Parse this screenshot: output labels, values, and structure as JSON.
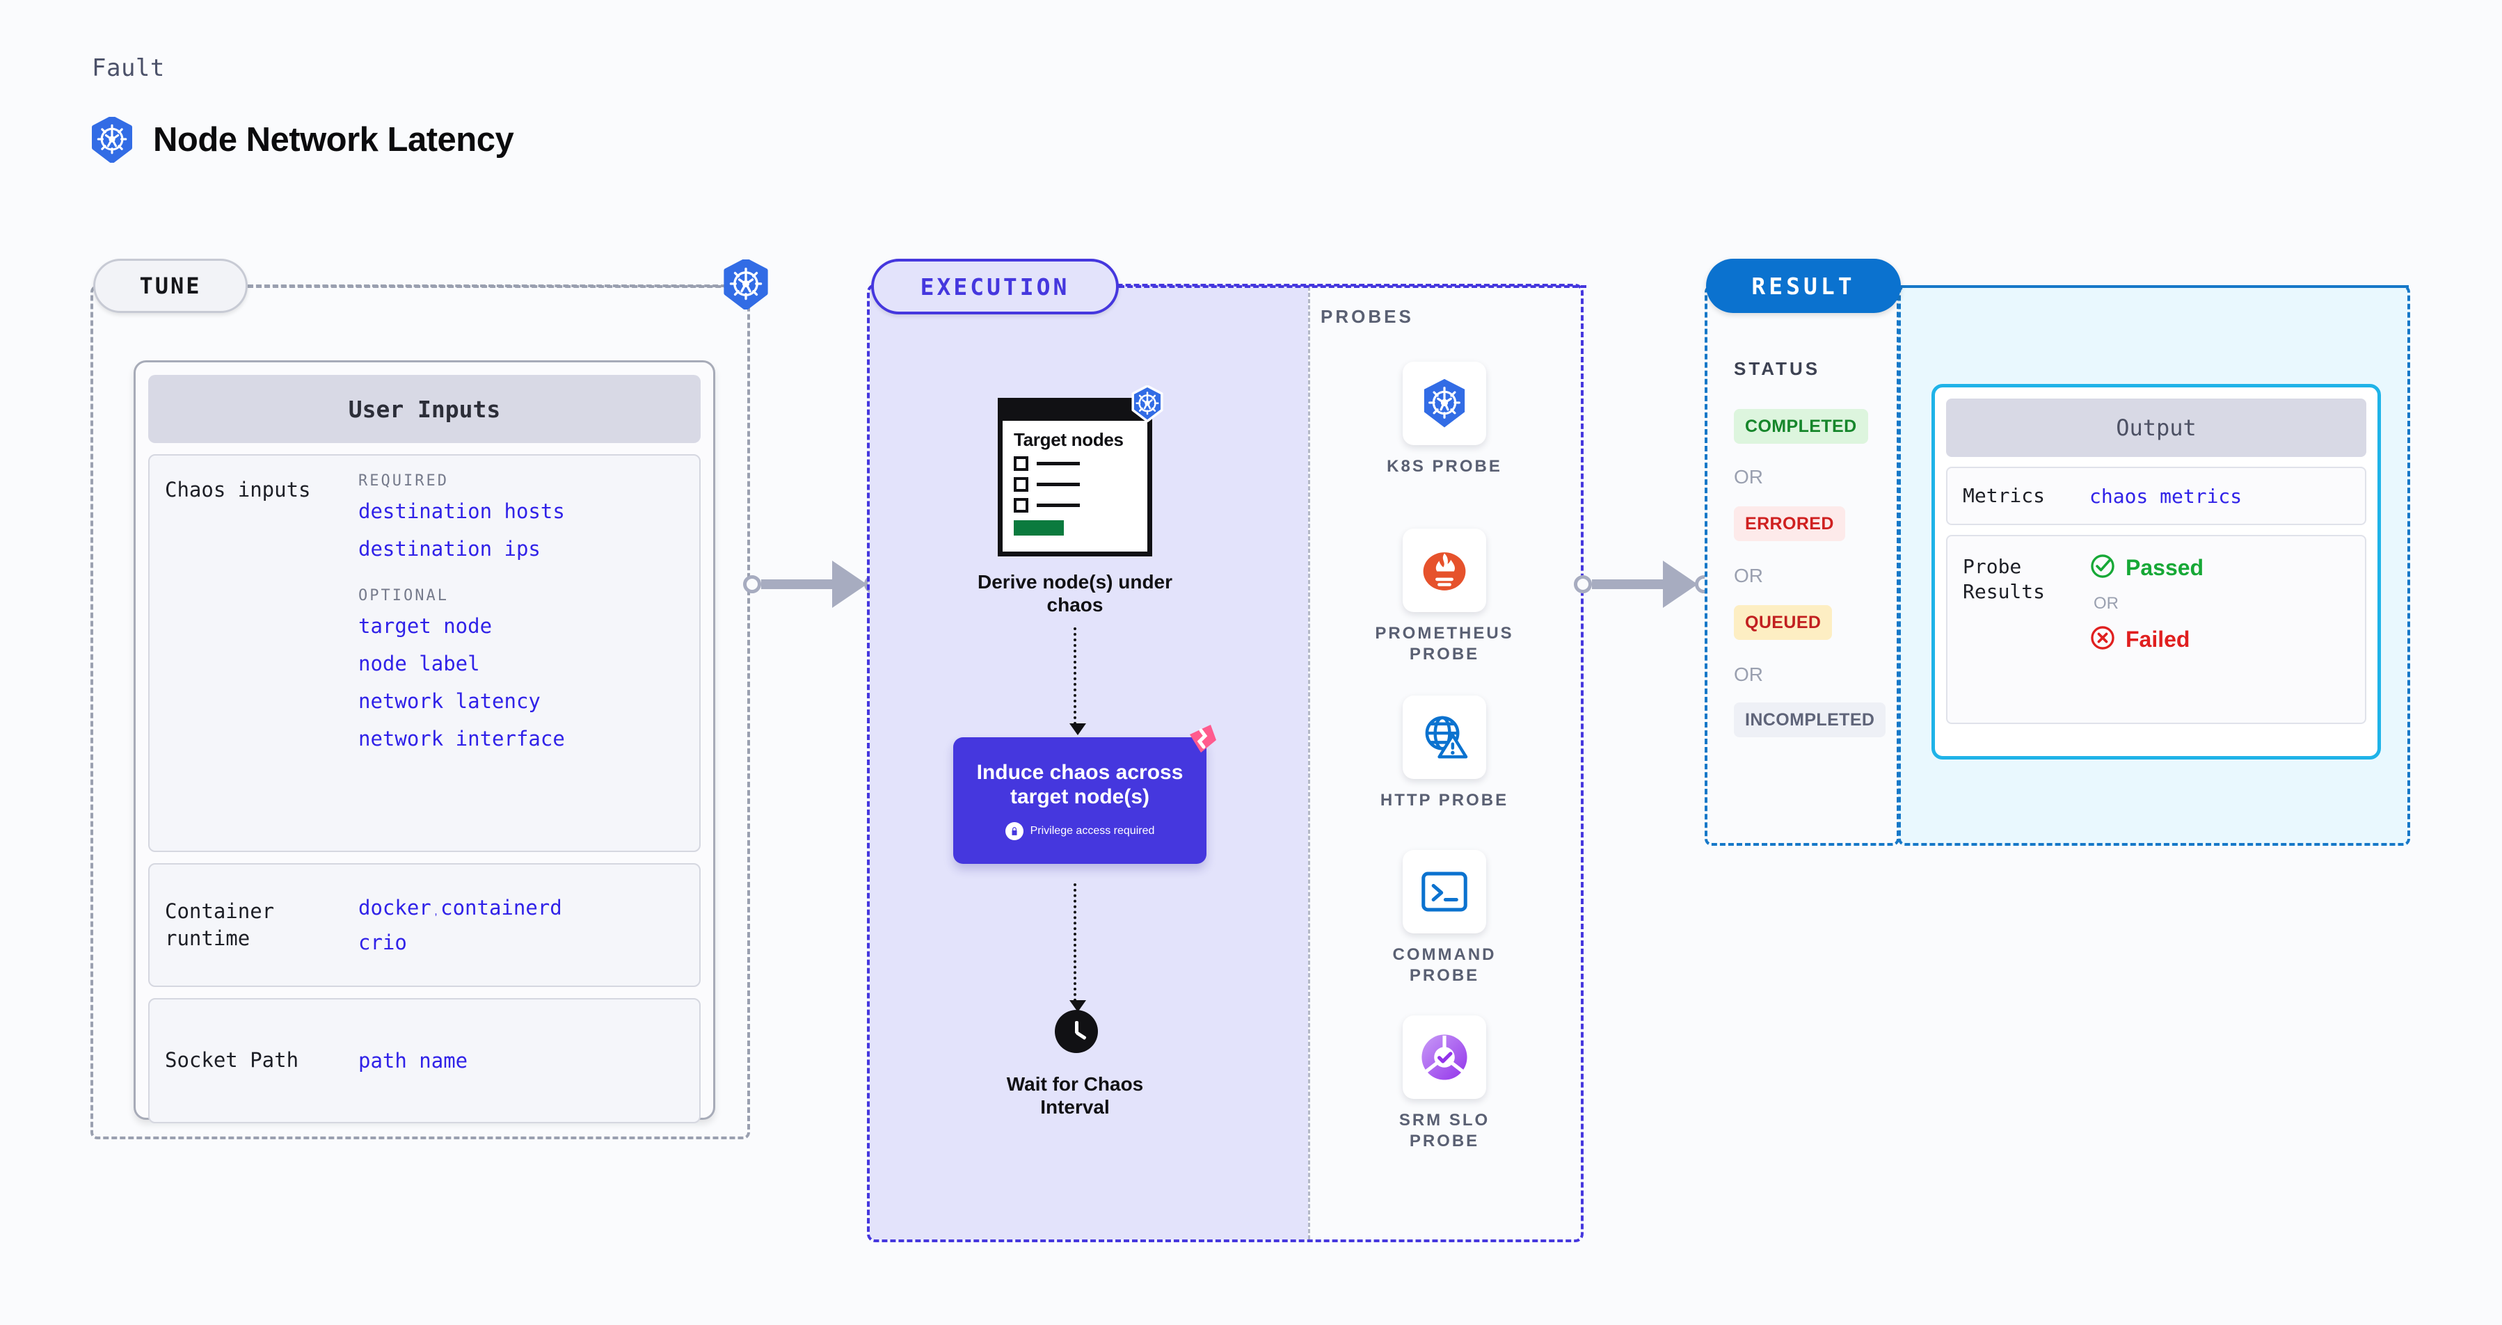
{
  "header": {
    "eyebrow": "Fault",
    "title": "Node Network Latency",
    "logo_icon": "kubernetes-icon"
  },
  "colors": {
    "accent_indigo": "#4537de",
    "accent_blue": "#0b72cf",
    "accent_cyan": "#1fb3e8",
    "value_text": "#3022e8",
    "exec_fill": "#e3e3fb",
    "output_fill": "#e9f8fe",
    "completed": "#16862b",
    "errored": "#cf2020",
    "queued": "#c22020",
    "incompleted": "#5f6479"
  },
  "tune": {
    "pill_label": "TUNE",
    "card": {
      "title": "User Inputs",
      "sections": [
        {
          "label": "Chaos inputs",
          "groups": [
            {
              "title": "REQUIRED",
              "values": [
                "destination hosts",
                "destination ips"
              ]
            },
            {
              "title": "OPTIONAL",
              "values": [
                "target node",
                "node label",
                "network latency",
                "network interface"
              ]
            }
          ]
        },
        {
          "label": "Container runtime",
          "values_line1": "docker",
          "separator": ",",
          "values_line1b": "containerd",
          "values_line2": "crio"
        },
        {
          "label": "Socket Path",
          "value": "path name"
        }
      ]
    }
  },
  "execution": {
    "pill_label": "EXECUTION",
    "steps": [
      {
        "illustration_title": "Target nodes",
        "label": "Derive node(s) under chaos",
        "badge_icon": "kubernetes-icon"
      },
      {
        "label": "Induce chaos across target node(s)",
        "note": "Privilege access required",
        "note_icon": "lock-icon",
        "corner_icon": "harness-logo-icon"
      },
      {
        "label": "Wait for Chaos Interval",
        "icon": "clock-icon"
      }
    ]
  },
  "probes": {
    "title": "PROBES",
    "items": [
      {
        "name": "K8S PROBE",
        "icon": "kubernetes-icon"
      },
      {
        "name": "PROMETHEUS PROBE",
        "icon": "prometheus-icon"
      },
      {
        "name": "HTTP PROBE",
        "icon": "globe-warning-icon"
      },
      {
        "name": "COMMAND PROBE",
        "icon": "terminal-icon"
      },
      {
        "name": "SRM SLO PROBE",
        "icon": "srm-slo-icon"
      }
    ]
  },
  "result": {
    "pill_label": "RESULT",
    "status_title": "STATUS",
    "or_label": "OR",
    "statuses": [
      {
        "label": "COMPLETED"
      },
      {
        "label": "ERRORED"
      },
      {
        "label": "QUEUED"
      },
      {
        "label": "INCOMPLETED"
      }
    ]
  },
  "output": {
    "title": "Output",
    "metrics_label": "Metrics",
    "metrics_value": "chaos metrics",
    "probe_results_label": "Probe Results",
    "passed_label": "Passed",
    "failed_label": "Failed",
    "or_label": "OR",
    "passed_icon": "check-circle-icon",
    "failed_icon": "x-circle-icon"
  }
}
